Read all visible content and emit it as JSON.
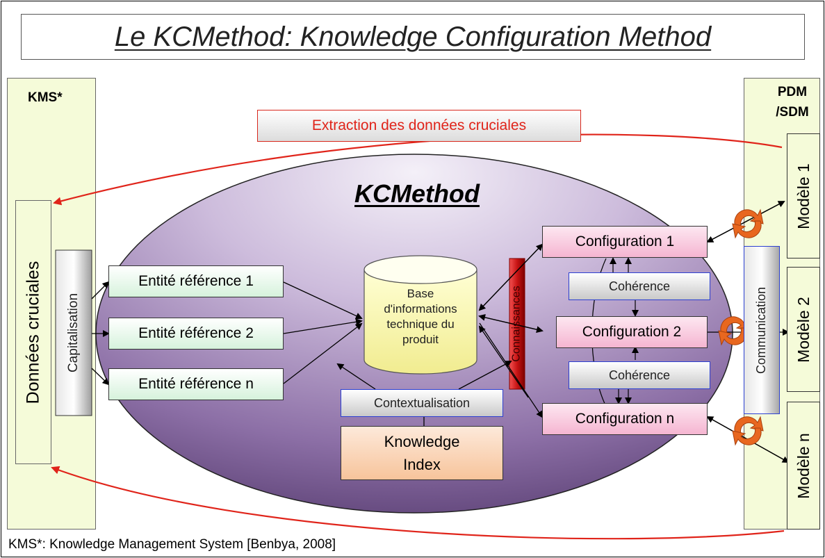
{
  "title": "Le KCMethod: Knowledge Configuration Method",
  "kms_panel": {
    "label": "KMS*",
    "donnees": "Données cruciales",
    "capitalisation": "Capitalisation"
  },
  "pdm_panel": {
    "label_line1": "PDM",
    "label_line2": "/SDM",
    "communication": "Communication",
    "models": [
      "Modèle 1",
      "Modèle 2",
      "Modèle n"
    ]
  },
  "extraction": "Extraction des données cruciales",
  "ellipse_title": "KCMethod",
  "entities": [
    "Entité référence 1",
    "Entité référence 2",
    "Entité référence n"
  ],
  "database": {
    "line1": "Base",
    "line2": "d'informations",
    "line3": "technique du",
    "line4": "produit"
  },
  "connaissances": "Connaissances",
  "contextualisation": "Contextualisation",
  "knowledge_index": {
    "line1": "Knowledge",
    "line2": "Index"
  },
  "configurations": [
    "Configuration 1",
    "Configuration 2",
    "Configuration n"
  ],
  "coherence": [
    "Cohérence",
    "Cohérence"
  ],
  "footer": "KMS*: Knowledge Management System [Benbya, 2008]",
  "colors": {
    "panel_fill": "#f5fbd9",
    "ellipse_light": "#e9e3f2",
    "ellipse_dark": "#5a3f73",
    "extract_red": "#e0241a",
    "connaissances_red": "#d8261b",
    "sync_orange": "#e8671f"
  },
  "icons": [
    "sync-arrows-icon"
  ]
}
